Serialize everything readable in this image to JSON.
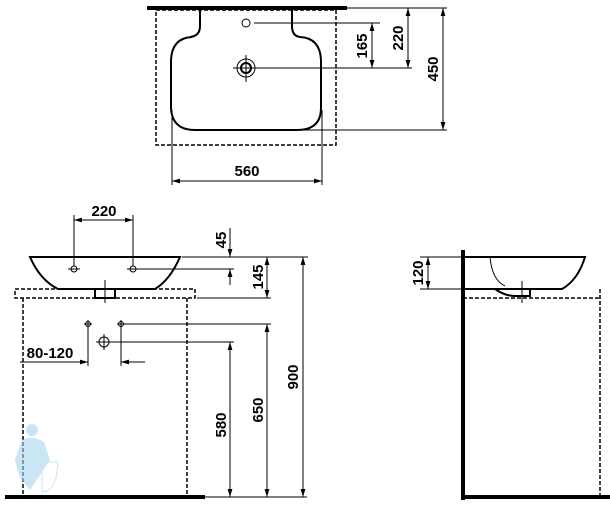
{
  "drawing": {
    "top_view": {
      "dims": {
        "tap_to_drain": "165",
        "wall_to_drain": "220",
        "depth": "450",
        "width": "560"
      }
    },
    "front_view": {
      "dims": {
        "tap_spacing": "220",
        "tap_height": "45",
        "basin_height": "145",
        "rim_height": "900",
        "supply_spacing": "80-120",
        "supply_height": "650",
        "drain_height": "580"
      }
    },
    "side_view": {
      "dims": {
        "bowl_height": "120"
      }
    },
    "colors": {
      "line": "#000000",
      "watermark": "#a8d4ec"
    }
  }
}
